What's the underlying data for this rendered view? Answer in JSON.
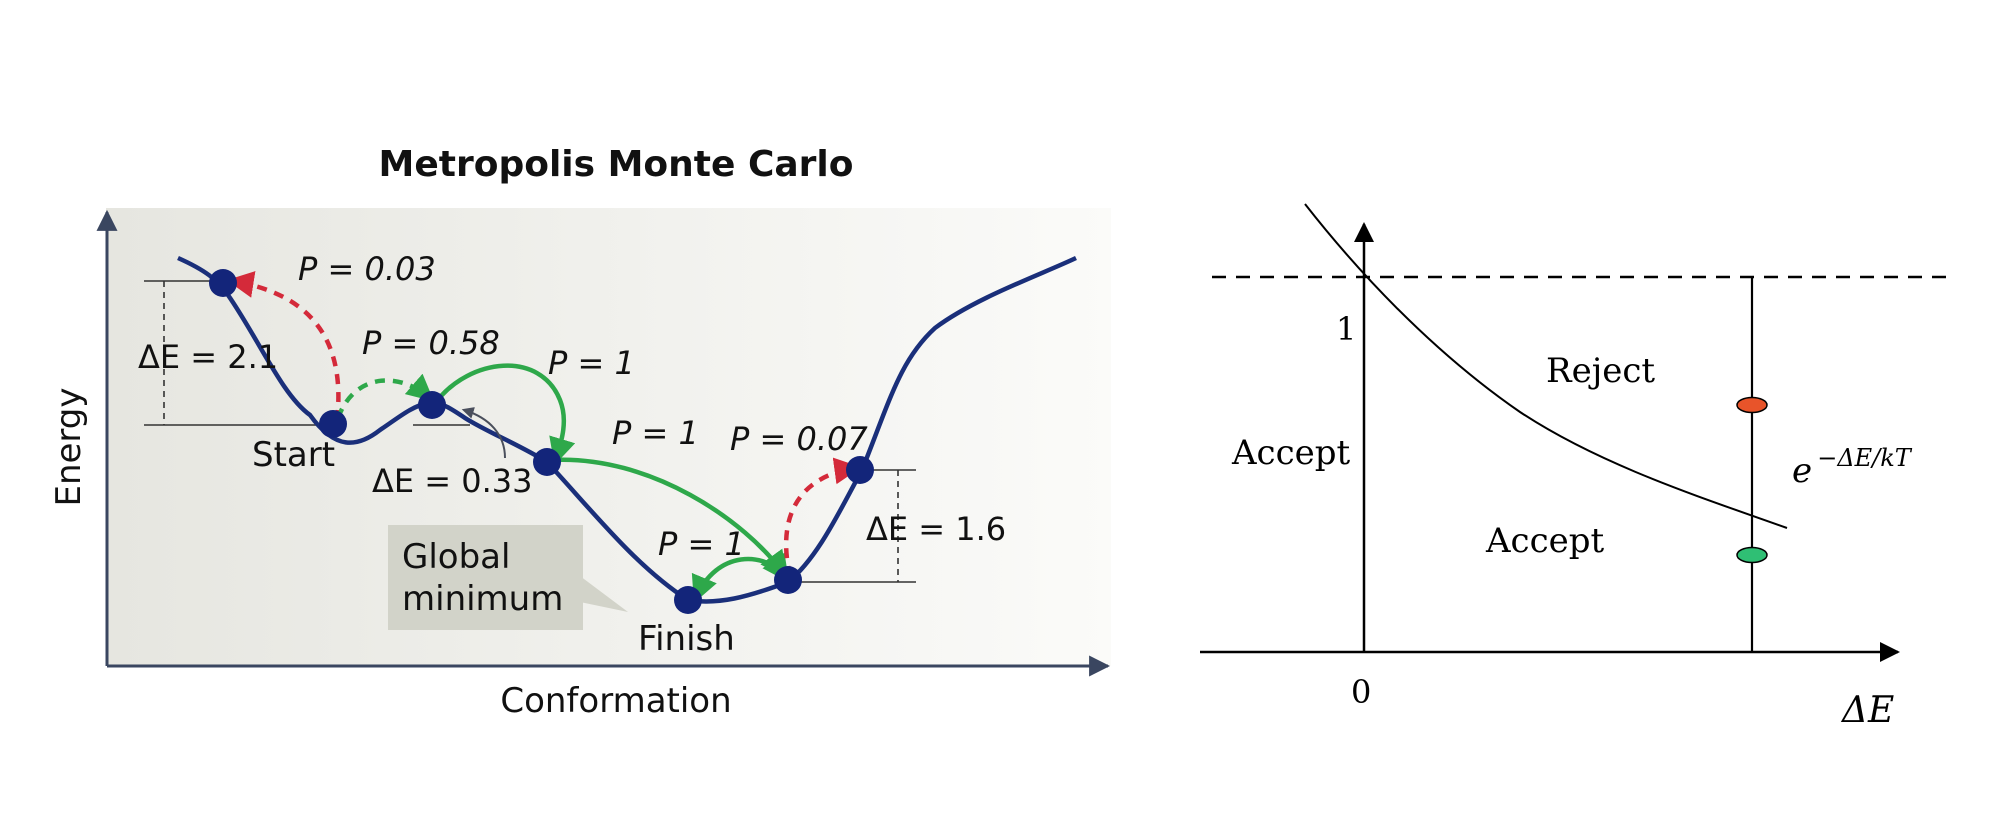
{
  "left_panel": {
    "title": "Metropolis Monte Carlo",
    "x_axis_label": "Conformation",
    "y_axis_label": "Energy",
    "probabilities": {
      "p_003": "P = 0.03",
      "p_058": "P = 0.58",
      "p_1_a": "P = 1",
      "p_1_b": "P = 1",
      "p_007": "P = 0.07",
      "p_1_c": "P = 1"
    },
    "energy_gaps": {
      "de_21": "ΔE = 2.1",
      "de_033": "ΔE = 0.33",
      "de_16": "ΔE = 1.6"
    },
    "labels": {
      "start": "Start",
      "finish": "Finish",
      "global_min_line1": "Global",
      "global_min_line2": "minimum"
    },
    "colors": {
      "curve": "#1a2f7a",
      "node": "#13257a",
      "accepted_arrow": "#2ea84a",
      "rejected_arrow": "#d42a3a",
      "panel_bg": "#e9e9e4",
      "callout_bg": "#d2d3c9"
    }
  },
  "right_panel": {
    "tick_one": "1",
    "tick_zero": "0",
    "x_axis_label": "ΔE",
    "reject_label": "Reject",
    "accept_upper": "Accept",
    "accept_left": "Accept",
    "formula_base": "e",
    "formula_exponent": "−ΔE/kT",
    "colors": {
      "red_marker": "#e8542a",
      "green_marker": "#2fbf74"
    }
  }
}
